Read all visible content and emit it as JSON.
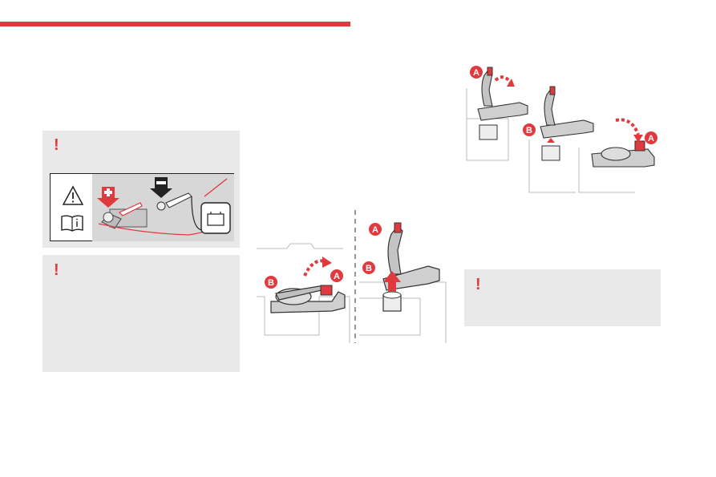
{
  "page": {
    "header_rule_color": "#e0393e",
    "accent_color": "#e0393e",
    "panel_bg": "#e9e9e9"
  },
  "warnings": [
    {
      "mark": "!",
      "icon": "exclamation-icon"
    },
    {
      "mark": "!",
      "icon": "exclamation-icon"
    },
    {
      "mark": "!",
      "icon": "exclamation-icon"
    }
  ],
  "label_panel": {
    "icons": [
      "warning-triangle-icon",
      "manual-book-icon",
      "plus-arrow-icon",
      "minus-arrow-icon",
      "battery-charger-icon"
    ]
  },
  "figures": {
    "left": {
      "callouts": [
        "B",
        "A"
      ]
    },
    "middle": {
      "callouts": [
        "A",
        "B"
      ]
    },
    "top_right": {
      "callouts": [
        "A",
        "B",
        "A"
      ]
    }
  }
}
